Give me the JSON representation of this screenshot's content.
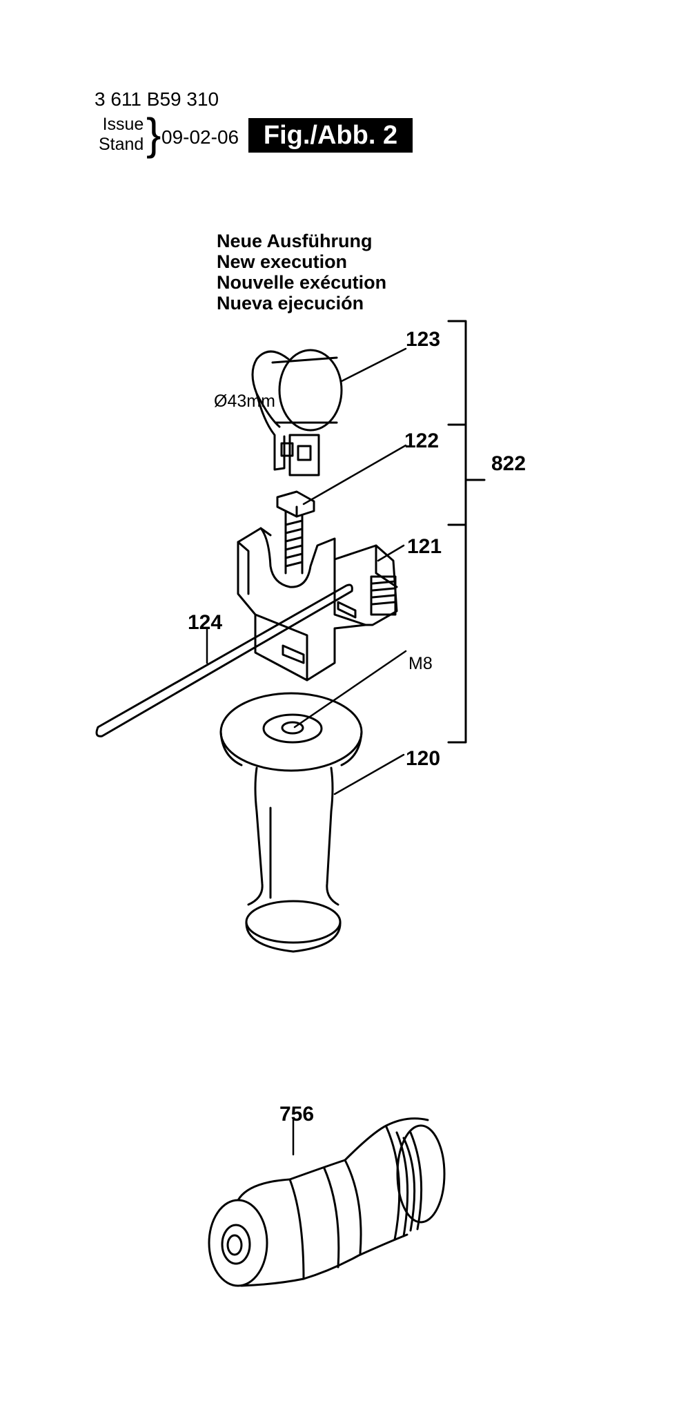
{
  "header": {
    "document_number": "3 611 B59 310",
    "issue_label": "Issue",
    "stand_label": "Stand",
    "issue_date": "09-02-06",
    "figure_label": "Fig./Abb. 2"
  },
  "variant_note": {
    "lines": [
      "Neue Ausführung",
      "New execution",
      "Nouvelle exécution",
      "Nueva ejecución"
    ]
  },
  "callouts": {
    "p123": "123",
    "p122": "122",
    "p121": "121",
    "p124": "124",
    "p120": "120",
    "p822": "822",
    "p756": "756"
  },
  "annotations": {
    "diameter": "Ø43mm",
    "thread": "M8"
  }
}
